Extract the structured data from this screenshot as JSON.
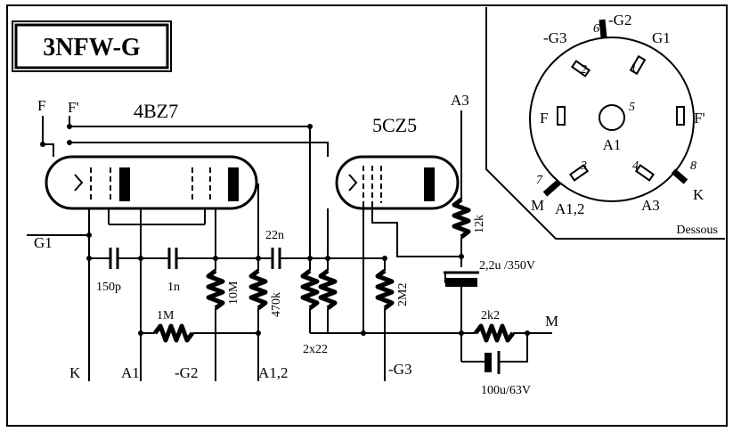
{
  "title": "3NFW-G",
  "tubes": {
    "tube1": "4BZ7",
    "tube2": "5CZ5"
  },
  "terminals": {
    "f": "F",
    "f_prime": "F'",
    "g1": "G1",
    "k": "K",
    "a1": "A1",
    "g2": "-G2",
    "a12": "A1,2",
    "g3": "-G3",
    "a3": "A3",
    "m": "M"
  },
  "components": {
    "c150p": "150p",
    "c1n": "1n",
    "r10m": "10M",
    "c22n": "22n",
    "r470k": "470k",
    "r2x22": "2x22",
    "r2m2": "2M2",
    "r1m": "1M",
    "r12k": "12k",
    "c2u2": "2,2u /350V",
    "r2k2": "2k2",
    "c100u": "100u/63V"
  },
  "base_diagram": {
    "caption": "Dessous",
    "pins": [
      {
        "number": "1",
        "label": "G1"
      },
      {
        "number": "2",
        "label": ""
      },
      {
        "number": "3",
        "label": ""
      },
      {
        "number": "4",
        "label": "A3"
      },
      {
        "number": "5",
        "label": "A1"
      },
      {
        "number": "6",
        "label": "-G2"
      },
      {
        "number": "7",
        "label": "M"
      },
      {
        "number": "8",
        "label": "K"
      }
    ],
    "side_labels": {
      "left": "F",
      "right": "F'",
      "pin7_extra": "A1,2",
      "pin2_label": "-G3"
    }
  }
}
